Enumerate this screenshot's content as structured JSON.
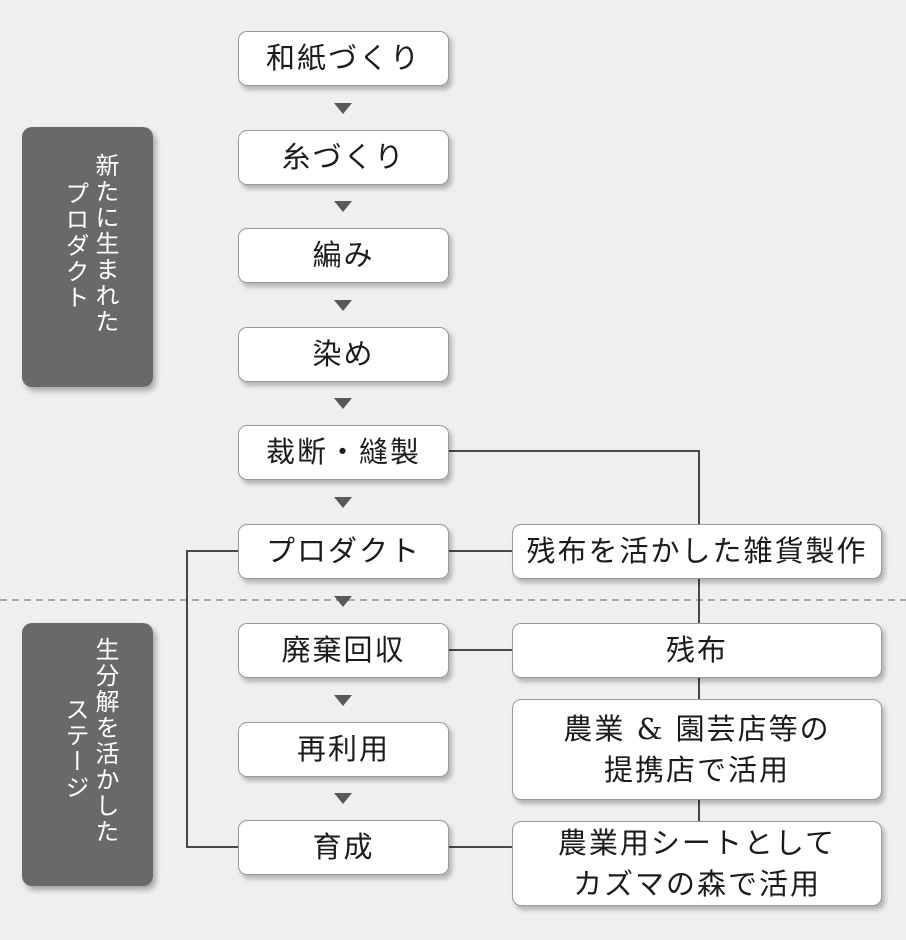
{
  "colors": {
    "background": "#efeff0",
    "node_fill": "#ffffff",
    "node_border": "#9a9a9d",
    "stage_fill": "#69696c",
    "stage_text": "#ffffff",
    "connector": "#48484a",
    "divider": "#a9a9a9",
    "arrow": "#58585c",
    "text": "#1b1b1b"
  },
  "stage_labels": [
    {
      "line1": "新たに生まれた",
      "line2": "プロダクト"
    },
    {
      "line1": "生分解を活かした",
      "line2": "ステージ"
    }
  ],
  "steps": [
    "和紙づくり",
    "糸づくり",
    "編み",
    "染め",
    "裁断・縫製",
    "プロダクト",
    "廃棄回収",
    "再利用",
    "育成"
  ],
  "outputs": [
    {
      "line1": "残布を活かした雑貨製作",
      "line2": ""
    },
    {
      "line1": "残布",
      "line2": ""
    },
    {
      "line1": "農業 & 園芸店等の",
      "line2": "提携店で活用"
    },
    {
      "line1": "農業用シートとして",
      "line2": "カズマの森で活用"
    }
  ]
}
